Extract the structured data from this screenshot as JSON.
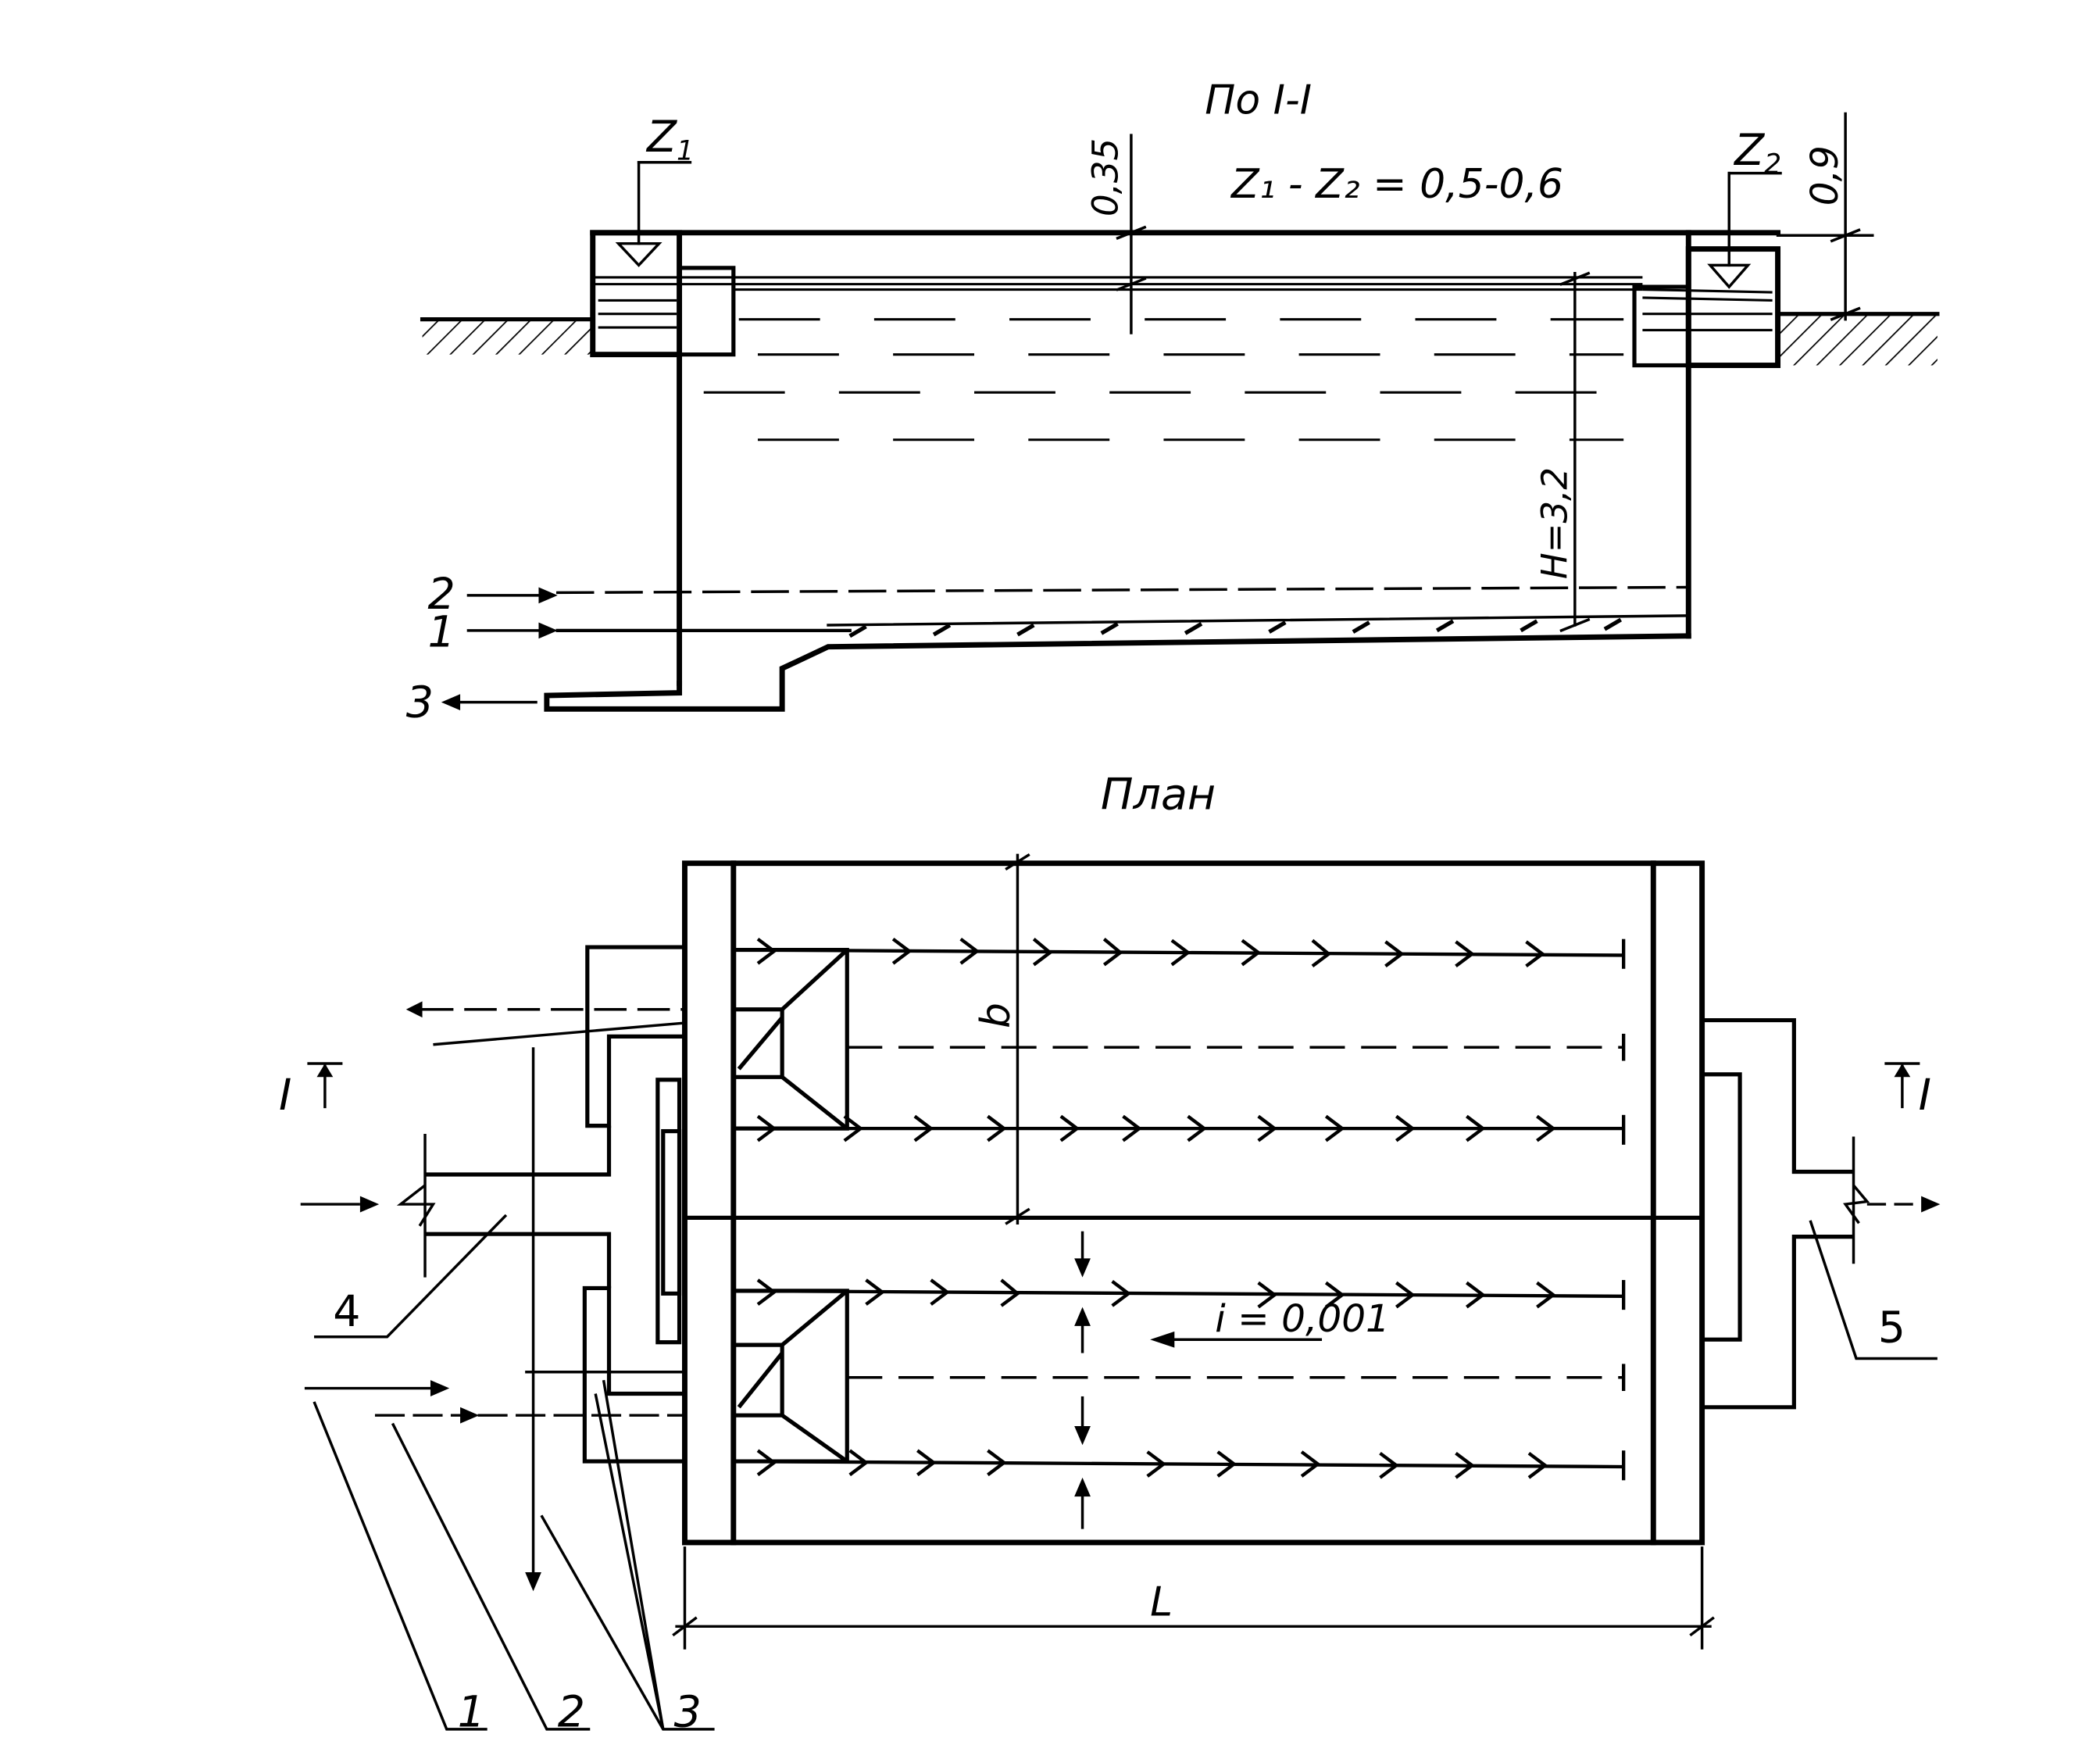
{
  "section": {
    "title": "По I-I",
    "z1": "Z",
    "z1_sub": "1",
    "z2": "Z",
    "z2_sub": "2",
    "formula": "Z₁ - Z₂ = 0,5-0,6",
    "dim_035": "0,35",
    "dim_09": "0,9",
    "dim_h": "H=3,2",
    "label_1": "1",
    "label_2": "2",
    "label_3": "3"
  },
  "plan": {
    "title": "План",
    "dim_b": "b",
    "dim_l": "L",
    "slope": "i = 0,001",
    "section_mark_left": "I",
    "section_mark_right": "I",
    "label_1": "1",
    "label_2": "2",
    "label_3": "3",
    "label_4": "4",
    "label_5": "5"
  }
}
